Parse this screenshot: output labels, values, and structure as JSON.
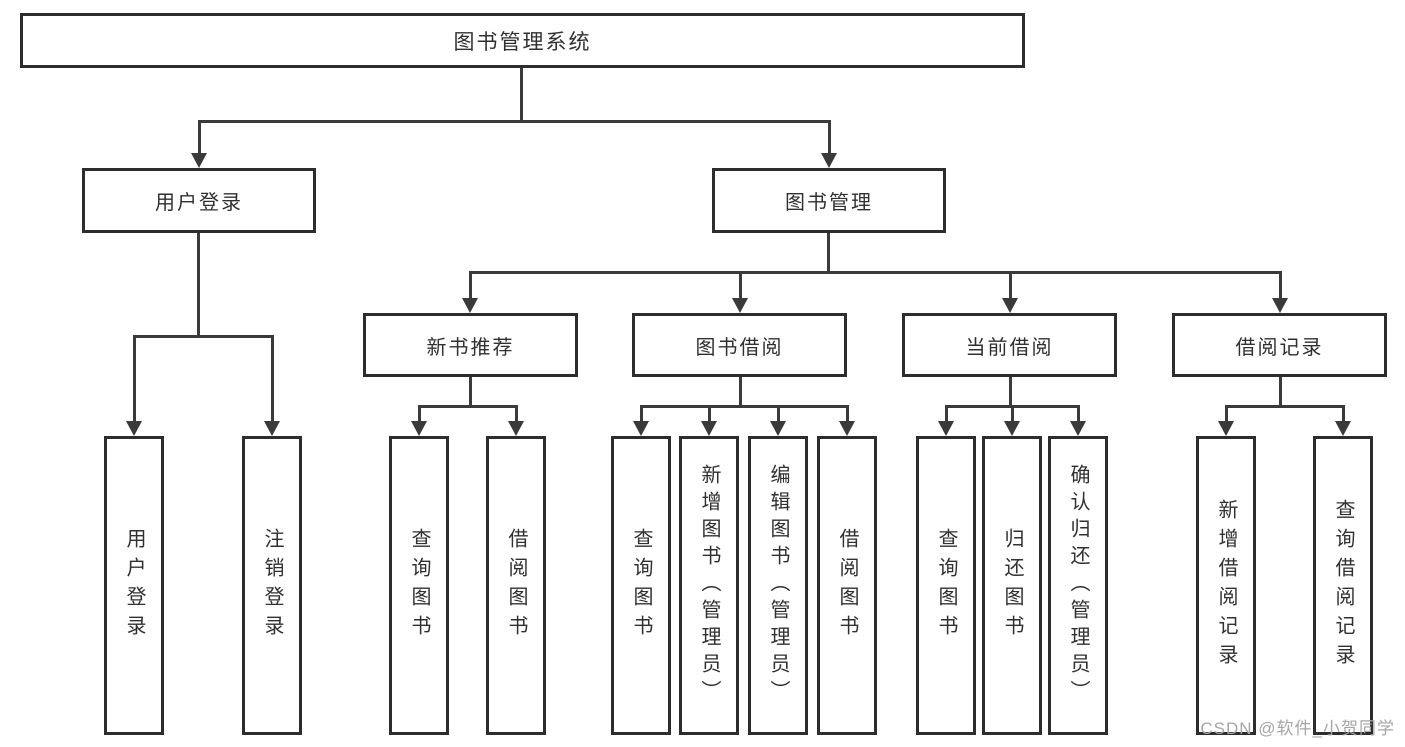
{
  "diagram_title": "图书管理系统",
  "tree": {
    "root": "图书管理系统",
    "level2": [
      {
        "label": "用户登录",
        "children": [
          "用户登录",
          "注销登录"
        ]
      },
      {
        "label": "图书管理",
        "children": [
          {
            "label": "新书推荐",
            "children": [
              "查询图书",
              "借阅图书"
            ]
          },
          {
            "label": "图书借阅",
            "children": [
              "查询图书",
              "新增图书（管理员）",
              "编辑图书（管理员）",
              "借阅图书"
            ]
          },
          {
            "label": "当前借阅",
            "children": [
              "查询图书",
              "归还图书",
              "确认归还（管理员）"
            ]
          },
          {
            "label": "借阅记录",
            "children": [
              "新增借阅记录",
              "查询借阅记录"
            ]
          }
        ]
      }
    ]
  },
  "watermark": "CSDN @软件_小贺同学",
  "colors": {
    "line": "#3a3a3a",
    "border": "#2d2d2d",
    "text": "#303030",
    "watermark": "#a6a6a6",
    "background": "#ffffff"
  }
}
